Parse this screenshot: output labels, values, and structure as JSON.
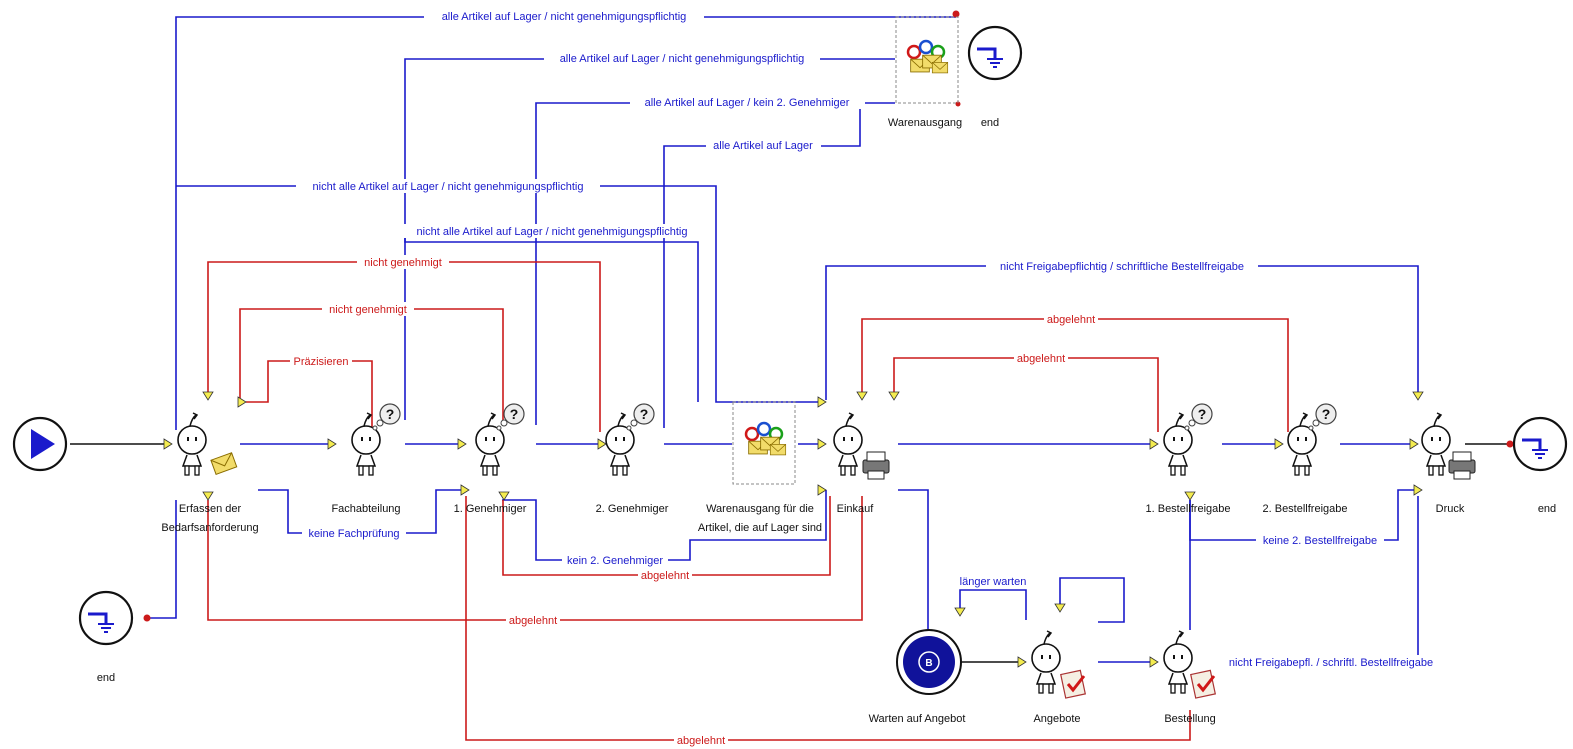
{
  "nodes": {
    "start": "",
    "erfassen_1": "Erfassen der",
    "erfassen_2": "Bedarfsanforderung",
    "fachabteilung": "Fachabteilung",
    "genehmiger1": "1. Genehmiger",
    "genehmiger2": "2. Genehmiger",
    "warenausgang_lager_1": "Warenausgang für die",
    "warenausgang_lager_2": "Artikel, die auf Lager sind",
    "einkauf": "Einkauf",
    "bestellfreigabe1": "1. Bestellfreigabe",
    "bestellfreigabe2": "2. Bestellfreigabe",
    "druck": "Druck",
    "end_right": "end",
    "end_left": "end",
    "warenausgang": "Warenausgang",
    "end_top": "end",
    "warten": "Warten auf Angebot",
    "angebote": "Angebote",
    "bestellung": "Bestellung",
    "wait_symbol": "B"
  },
  "edges": {
    "e1": "alle Artikel auf Lager / nicht genehmigungspflichtig",
    "e2": "alle Artikel auf Lager / nicht genehmigungspflichtig",
    "e3": "alle Artikel auf Lager / kein 2. Genehmiger",
    "e4": "alle Artikel auf Lager",
    "e5": "nicht alle Artikel auf Lager / nicht genehmigungspflichtig",
    "e6": "nicht alle Artikel auf Lager / nicht genehmigungspflichtig",
    "e7": "nicht genehmigt",
    "e8": "nicht genehmigt",
    "e9": "Präzisieren",
    "e10": "nicht Freigabepflichtig / schriftliche Bestellfreigabe",
    "e11": "abgelehnt",
    "e12": "abgelehnt",
    "e13": "keine Fachprüfung",
    "e14": "kein 2. Genehmiger",
    "e15": "abgelehnt",
    "e16": "abgelehnt",
    "e17": "keine 2. Bestellfreigabe",
    "e18": "länger warten",
    "e19": "nicht Freigabepfl. / schriftl. Bestellfreigabe",
    "e20": "abgelehnt"
  }
}
